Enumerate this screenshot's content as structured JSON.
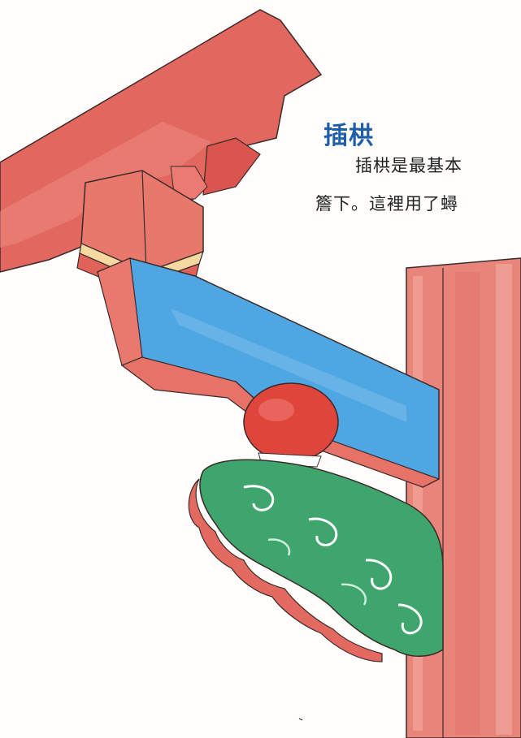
{
  "article": {
    "heading": "插栱",
    "body_lines": [
      "插栱是最基本",
      "簷下。這裡用了蟳"
    ]
  },
  "colors": {
    "heading": "#1f5ea8",
    "red_beam": "#e0605a",
    "blue_bracket": "#4aa3e0",
    "green_cloud": "#3aa36a",
    "pillar": "#e77c74"
  }
}
